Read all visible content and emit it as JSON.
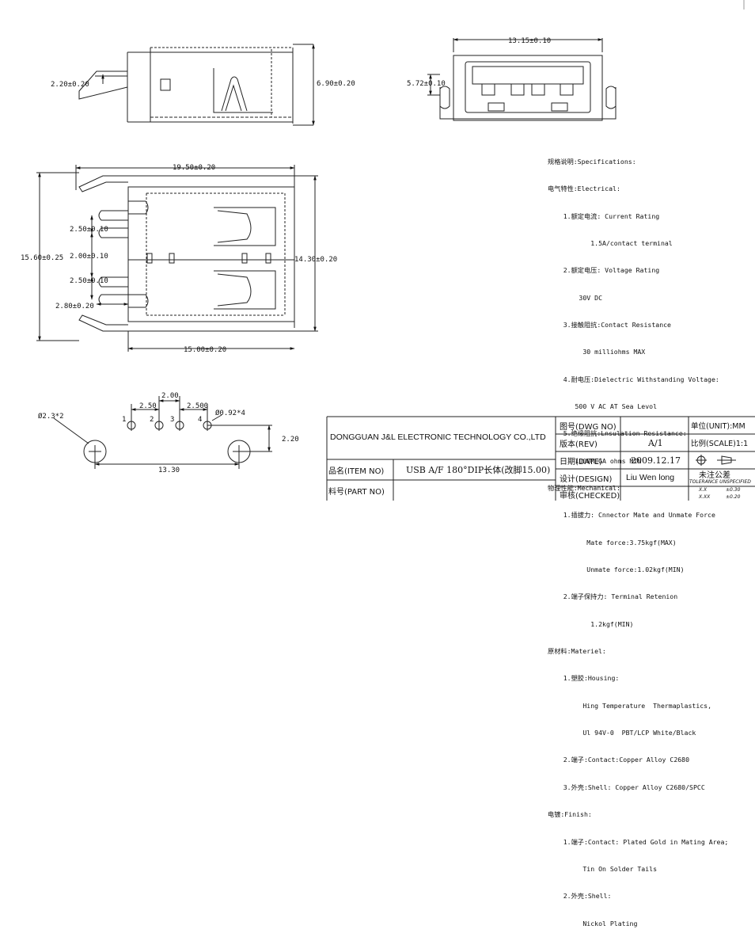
{
  "dimensions": {
    "side_height_offset": "2.20±0.20",
    "side_overall_height": "6.90±0.20",
    "front_width": "13.15±0.10",
    "front_height": "5.72±0.10",
    "top_length": "19.50±0.20",
    "top_pitch_1": "2.50±0.10",
    "top_pitch_2": "2.00±0.10",
    "top_pitch_3": "2.50±0.10",
    "top_overall_width": "15.60±0.25",
    "top_inner_width": "14.30±0.20",
    "top_leg_offset": "2.80±0.20",
    "top_body_length": "15.00±0.20",
    "pcb_pitch_a": "2.50",
    "pcb_pitch_b": "2.00",
    "pcb_pitch_c": "2.500",
    "pcb_big_hole": "Ø2.3*2",
    "pcb_small_hole": "Ø0.92*4",
    "pcb_hole_offset": "2.20",
    "pcb_hole_span": "13.30",
    "pin_numbers": [
      "1",
      "2",
      "3",
      "4"
    ]
  },
  "specifications": [
    "规格说明:Specifications:",
    "电气特性:Electrical:",
    "    1.额定电流: Current Rating",
    "           1.5A/contact terminal",
    "    2.额定电压: Voltage Rating",
    "        30V DC",
    "    3.接触阻抗:Contact Resistance",
    "         30 milliohms MAX",
    "    4.耐电压:Dielectric Withstanding Voltage:",
    "       500 V AC AT Sea Levol",
    "    5.绝缘阻抗:Lnsulation Resistance:",
    "       1000MEGA ohms MIN",
    "物理性能:Mechanical:",
    "    1.插拔力: Cnnector Mate and Unmate Force",
    "          Mate force:3.75kgf(MAX)",
    "          Unmate force:1.02kgf(MIN)",
    "    2.端子保持力: Terminal Retenion",
    "           1.2kgf(MIN)",
    "原材料:Materiel:",
    "    1.塑胶:Housing:",
    "         Hing Temperature  Thermaplastics,",
    "         Ul 94V-0  PBT/LCP White/Black",
    "    2.端子:Contact:Copper Alloy C2680",
    "    3.外壳:Shell: Copper Alloy C2680/SPCC",
    "电镀:Finish:",
    "    1.端子:Contact: Plated Gold in Mating Area;",
    "         Tin On Solder Tails",
    "    2.外壳:Shell:",
    "         Nickol Plating"
  ],
  "title_block": {
    "company": "DONGGUAN J&L ELECTRONIC TECHNOLOGY CO.,LTD",
    "item_no_label": "品名(ITEM NO)",
    "item_no_value": "USB A/F 180°DIP长体(改脚15.00)",
    "part_no_label": "料号(PART NO)",
    "dwg_no_label": "图号(DWG NO)",
    "rev_label": "版本(REV)",
    "rev_value": "A/1",
    "date_label": "日期(DATE)",
    "date_value": "2009.12.17",
    "design_label": "设计(DESIGN)",
    "design_value": "Liu Wen long",
    "checked_label": "审核(CHECKED)",
    "unit_label": "单位(UNIT):MM",
    "scale_label": "比例(SCALE)1:1",
    "tolerance_label": "未注公差",
    "tolerance_en": "TOLERANCE UNSPECIFIED",
    "tol_row1_fmt": "X.X",
    "tol_row1_val": "±0.30",
    "tol_row2_fmt": "X.XX",
    "tol_row2_val": "±0.20"
  }
}
